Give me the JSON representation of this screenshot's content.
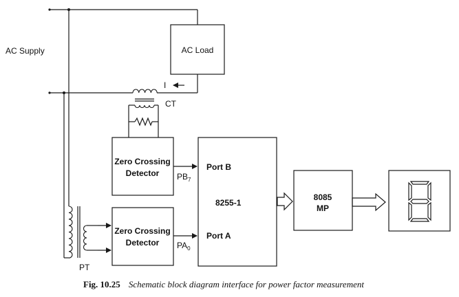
{
  "labels": {
    "ac_supply": "AC Supply",
    "current": "I",
    "ct": "CT",
    "pt": "PT"
  },
  "blocks": {
    "ac_load": "AC Load",
    "zcd_top_line1": "Zero Crossing",
    "zcd_top_line2": "Detector",
    "zcd_bottom_line1": "Zero Crossing",
    "zcd_bottom_line2": "Detector",
    "ppi_port_b": "Port B",
    "ppi_name": "8255-1",
    "ppi_port_a": "Port A",
    "mp_line1": "8085",
    "mp_line2": "MP"
  },
  "signals": {
    "pb_base": "PB",
    "pb_sub": "7",
    "pa_base": "PA",
    "pa_sub": "0"
  },
  "caption": {
    "fig": "Fig. 10.25",
    "text": "Schematic block diagram interface for power factor measurement"
  }
}
